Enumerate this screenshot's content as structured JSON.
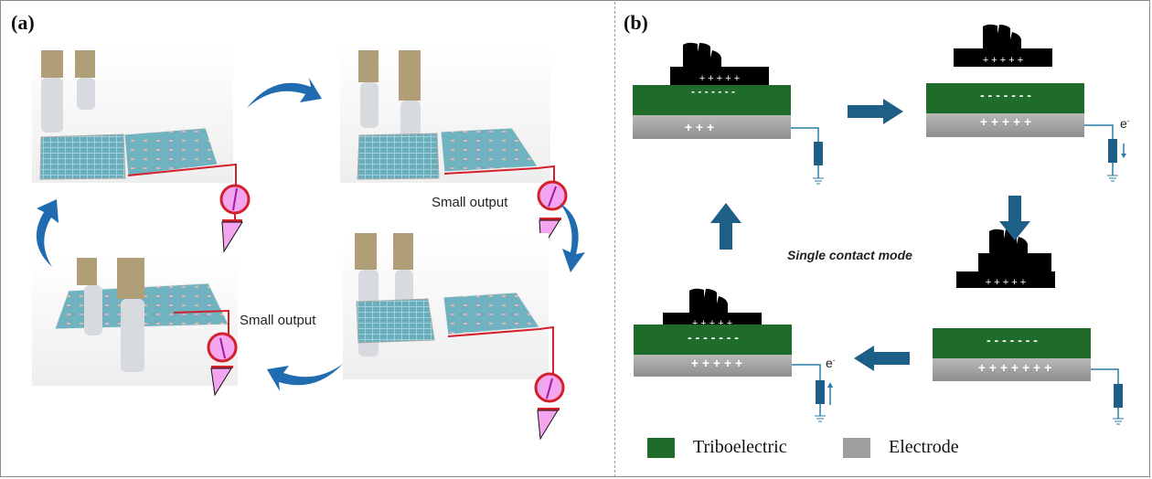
{
  "panels": {
    "a": {
      "label": "(a)",
      "captions": [
        "Small output",
        "Small output"
      ],
      "icons": [
        "walking-feet-on-mat",
        "meter-gauge-icon",
        "curved-arrow-icon"
      ]
    },
    "b": {
      "label": "(b)",
      "mode_label": "Single contact mode",
      "electron_label": "e",
      "electron_sup": "-",
      "stages": [
        {
          "name": "contact",
          "foot_charges": "+ + + + +",
          "tribo_charges": "- - - - - - -",
          "electrode_charges": "+ + +"
        },
        {
          "name": "release",
          "foot_charges": "+ + + + +",
          "tribo_charges": "- - - - - - -",
          "electrode_charges": "+ + + + +",
          "current": "down"
        },
        {
          "name": "separated",
          "foot_charges": "+ + + + +",
          "tribo_charges": "- - - - - - -",
          "electrode_charges": "+ + + + + + +"
        },
        {
          "name": "approach",
          "foot_charges": "+ + + + +",
          "tribo_charges": "- - - - - - -",
          "electrode_charges": "+ + + + +",
          "current": "up"
        }
      ]
    }
  },
  "legend": {
    "items": [
      {
        "label": "Triboelectric",
        "color": "#1e6b2a"
      },
      {
        "label": "Electrode",
        "color": "#9e9e9e"
      }
    ]
  },
  "colors": {
    "arrow_blue": "#1d5f86",
    "curved_arrow": "#1f6cb0",
    "meter_red": "#d4202a",
    "meter_pink": "#f3a6ef",
    "mat_teal": "#6aaebc",
    "wire_blue": "#2a7aa6"
  }
}
